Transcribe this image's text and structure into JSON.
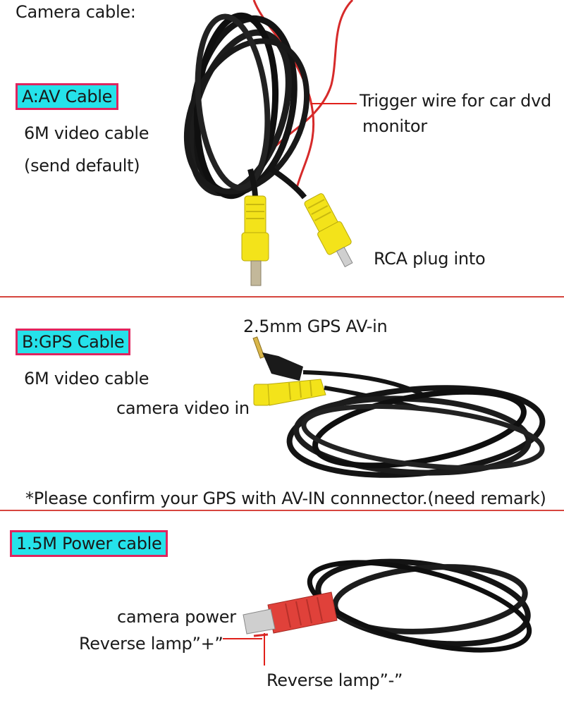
{
  "page_title": "Camera cable:",
  "sections": {
    "av": {
      "badge": "A:AV Cable",
      "desc1": "6M video cable",
      "desc2": "(send default)",
      "trigger_label_1": "Trigger wire for car dvd",
      "trigger_label_2": "monitor",
      "rca_label": "RCA plug into"
    },
    "gps": {
      "badge": "B:GPS Cable",
      "jack_label": "2.5mm GPS AV-in",
      "desc": "6M video cable",
      "video_in_label": "camera video in",
      "note": "*Please confirm your GPS with AV-IN connnector.",
      "remark": "(need remark)"
    },
    "power": {
      "badge": "1.5M Power cable",
      "camera_power_label": "camera power",
      "lamp_plus_label": "Reverse lamp”+”",
      "lamp_minus_label": "Reverse lamp”-”"
    }
  },
  "colors": {
    "badge_fill": "#25e2ea",
    "badge_border": "#e0245e",
    "divider": "#d6453e",
    "cable": "#141414",
    "connector_yellow": "#f3e31a",
    "connector_red": "#e0413a"
  }
}
